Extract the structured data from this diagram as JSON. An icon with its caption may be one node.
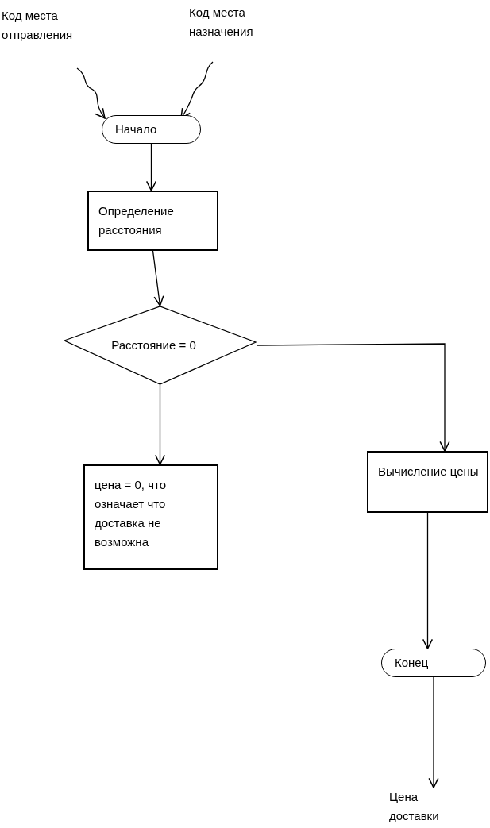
{
  "diagram": {
    "nodes": [
      {
        "text": [
          "Код места отправления"
        ]
      },
      {
        "text": [
          "Код места назначения"
        ]
      },
      {
        "text": [
          "Начало"
        ]
      },
      {
        "text": [
          "Определение расстояния"
        ]
      },
      {
        "text": [
          "Расстояние = 0"
        ]
      },
      {
        "text": [
          "цена = 0, что означает что доставка не возможна"
        ]
      },
      {
        "text": [
          "Вычисление цены"
        ]
      },
      {
        "text": [
          "Конец"
        ]
      },
      {
        "text": [
          "Цена доставки"
        ]
      }
    ],
    "edges": [
      {
        "from": 0,
        "to": 2,
        "arrow": "to"
      },
      {
        "from": 1,
        "to": 2,
        "arrow": "to"
      },
      {
        "from": 2,
        "to": 3,
        "arrow": "to"
      },
      {
        "from": 3,
        "to": 4,
        "arrow": "to"
      },
      {
        "from": 4,
        "to": 5,
        "arrow": "to"
      },
      {
        "from": 4,
        "to": 6,
        "arrow": "to"
      },
      {
        "from": 6,
        "to": 7,
        "arrow": "to"
      },
      {
        "from": 7,
        "to": 8,
        "arrow": "to"
      }
    ]
  }
}
